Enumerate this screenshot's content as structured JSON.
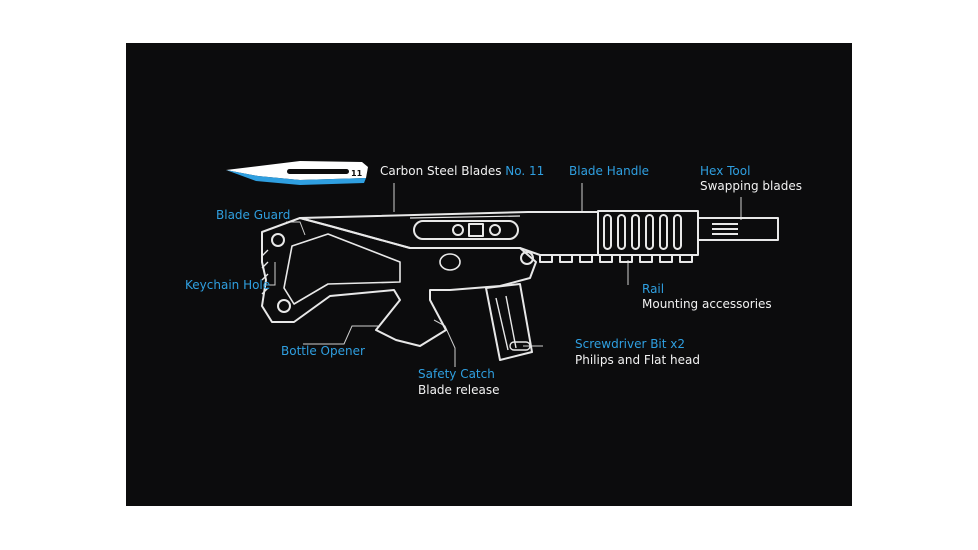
{
  "colors": {
    "background": "#0c0c0d",
    "outline": "#e8e8e8",
    "accent": "#2f9fe0",
    "page": "#ffffff"
  },
  "callouts": {
    "carbon_steel": {
      "prefix": "Carbon Steel Blades",
      "suffix": "No. 11"
    },
    "blade_number": "11",
    "blade_handle": "Blade Handle",
    "hex_tool": {
      "title": "Hex Tool",
      "desc": "Swapping blades"
    },
    "blade_guard": "Blade Guard",
    "keychain_hole": "Keychain Hole",
    "rail": {
      "title": "Rail",
      "desc": "Mounting accessories"
    },
    "bottle_opener": "Bottle Opener",
    "screwdriver": {
      "title": "Screwdriver Bit x2",
      "desc": "Philips and Flat head"
    },
    "safety_catch": {
      "title": "Safety Catch",
      "desc": "Blade release"
    }
  }
}
